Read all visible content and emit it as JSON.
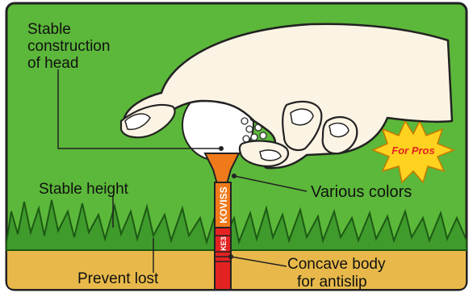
{
  "labels": {
    "head_line1": "Stable",
    "head_line2": "construction",
    "head_line3": "of head",
    "height": "Stable height",
    "colors": "Various colors",
    "lost": "Prevent lost",
    "concave_line1": "Concave body",
    "concave_line2": "for antislip"
  },
  "badge": {
    "text": "For Pros"
  },
  "tee": {
    "brand": "KOVISS",
    "marking": "KE3"
  },
  "colors": {
    "sky": "#5cb83a",
    "ground": "#e8b94a",
    "grass": "#3f9b2c",
    "tee_orange": "#f07a1a",
    "tee_red": "#e32222",
    "starburst": "#ffd21f",
    "badge_text": "#e32222",
    "skin": "#fbf4e4"
  }
}
